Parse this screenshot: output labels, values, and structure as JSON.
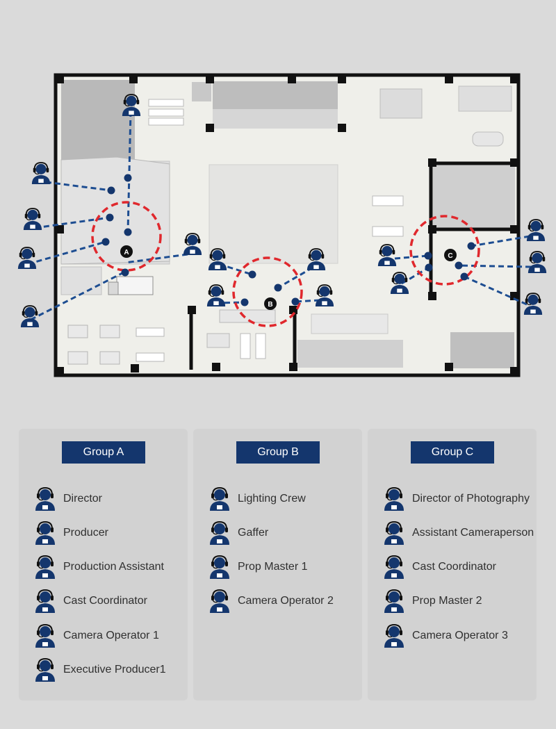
{
  "colors": {
    "navy": "#14366d",
    "link_line": "#1d4d91",
    "ring": "#e0282d",
    "wall": "#111111",
    "floor": "#efefea",
    "page": "#dadada",
    "panel": "#d2d2d2"
  },
  "diagram": {
    "zone_labels": [
      "A",
      "B",
      "C"
    ]
  },
  "groups": [
    {
      "title": "Group A",
      "members": [
        {
          "name": "Director",
          "icon": "headset-person-icon-play"
        },
        {
          "name": "Producer",
          "icon": "headset-person-icon-pen"
        },
        {
          "name": "Production Assistant",
          "icon": "headset-person-icon-clipboard"
        },
        {
          "name": "Cast Coordinator",
          "icon": "headset-person-icon-tie"
        },
        {
          "name": "Camera Operator 1",
          "icon": "headset-person-icon-camera"
        },
        {
          "name": "Executive Producer1",
          "icon": "headset-person-icon-megaphone"
        }
      ]
    },
    {
      "title": "Group B",
      "members": [
        {
          "name": "Lighting Crew",
          "icon": "headset-person-icon-light"
        },
        {
          "name": "Gaffer",
          "icon": "headset-person-icon-light"
        },
        {
          "name": "Prop Master 1",
          "icon": "headset-person-icon-plain"
        },
        {
          "name": "Camera Operator 2",
          "icon": "headset-person-icon-camera"
        }
      ]
    },
    {
      "title": "Group C",
      "members": [
        {
          "name": "Director of Photography",
          "icon": "headset-person-icon-camera"
        },
        {
          "name": "Assistant Cameraperson",
          "icon": "headset-person-icon-camera"
        },
        {
          "name": "Cast Coordinator",
          "icon": "headset-person-icon-tie"
        },
        {
          "name": "Prop Master 2",
          "icon": "headset-person-icon-plain"
        },
        {
          "name": "Camera Operator 3",
          "icon": "headset-person-icon-camera"
        }
      ]
    }
  ]
}
